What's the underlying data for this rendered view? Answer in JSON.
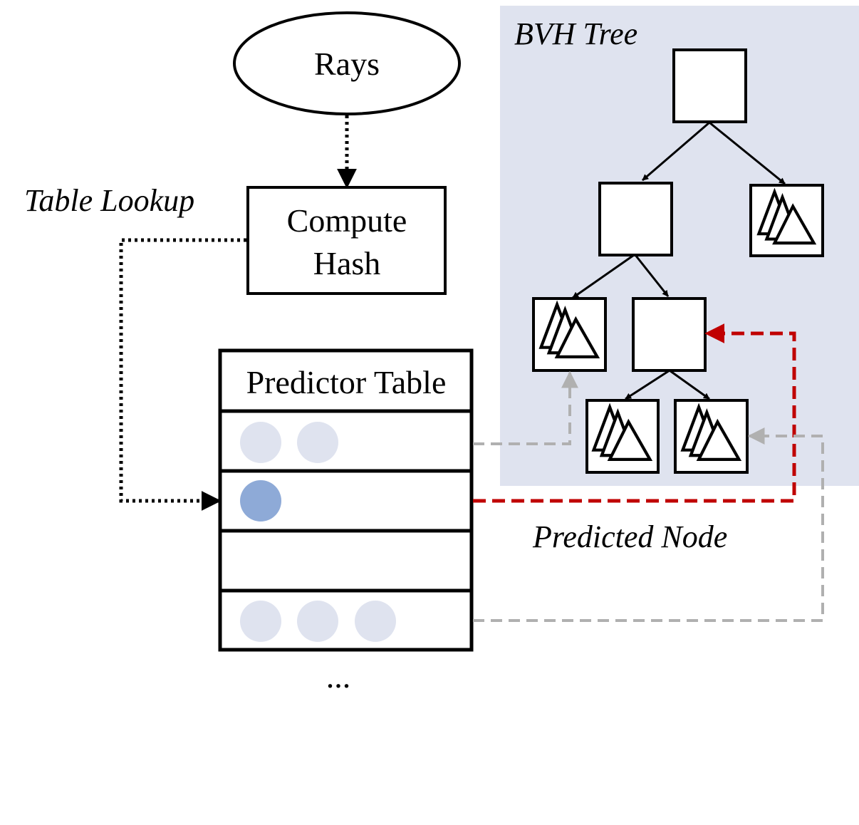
{
  "labels": {
    "bvh_tree": "BVH Tree",
    "rays": "Rays",
    "table_lookup": "Table Lookup",
    "compute_hash_line1": "Compute",
    "compute_hash_line2": "Hash",
    "predictor_table": "Predictor Table",
    "predicted_node": "Predicted Node",
    "ellipsis": "..."
  },
  "colors": {
    "bvh_background": "#dfe3ef",
    "predicted_arrow": "#c00000",
    "other_arrow": "#b0b0b0",
    "highlight_dot": "#8eaad7",
    "faded_dot": "#dfe3ef",
    "ink": "#000000"
  },
  "predictor_rows": [
    {
      "dots": 2,
      "highlighted": false
    },
    {
      "dots": 1,
      "highlighted": true
    },
    {
      "dots": 0,
      "highlighted": false
    },
    {
      "dots": 3,
      "highlighted": false
    }
  ]
}
